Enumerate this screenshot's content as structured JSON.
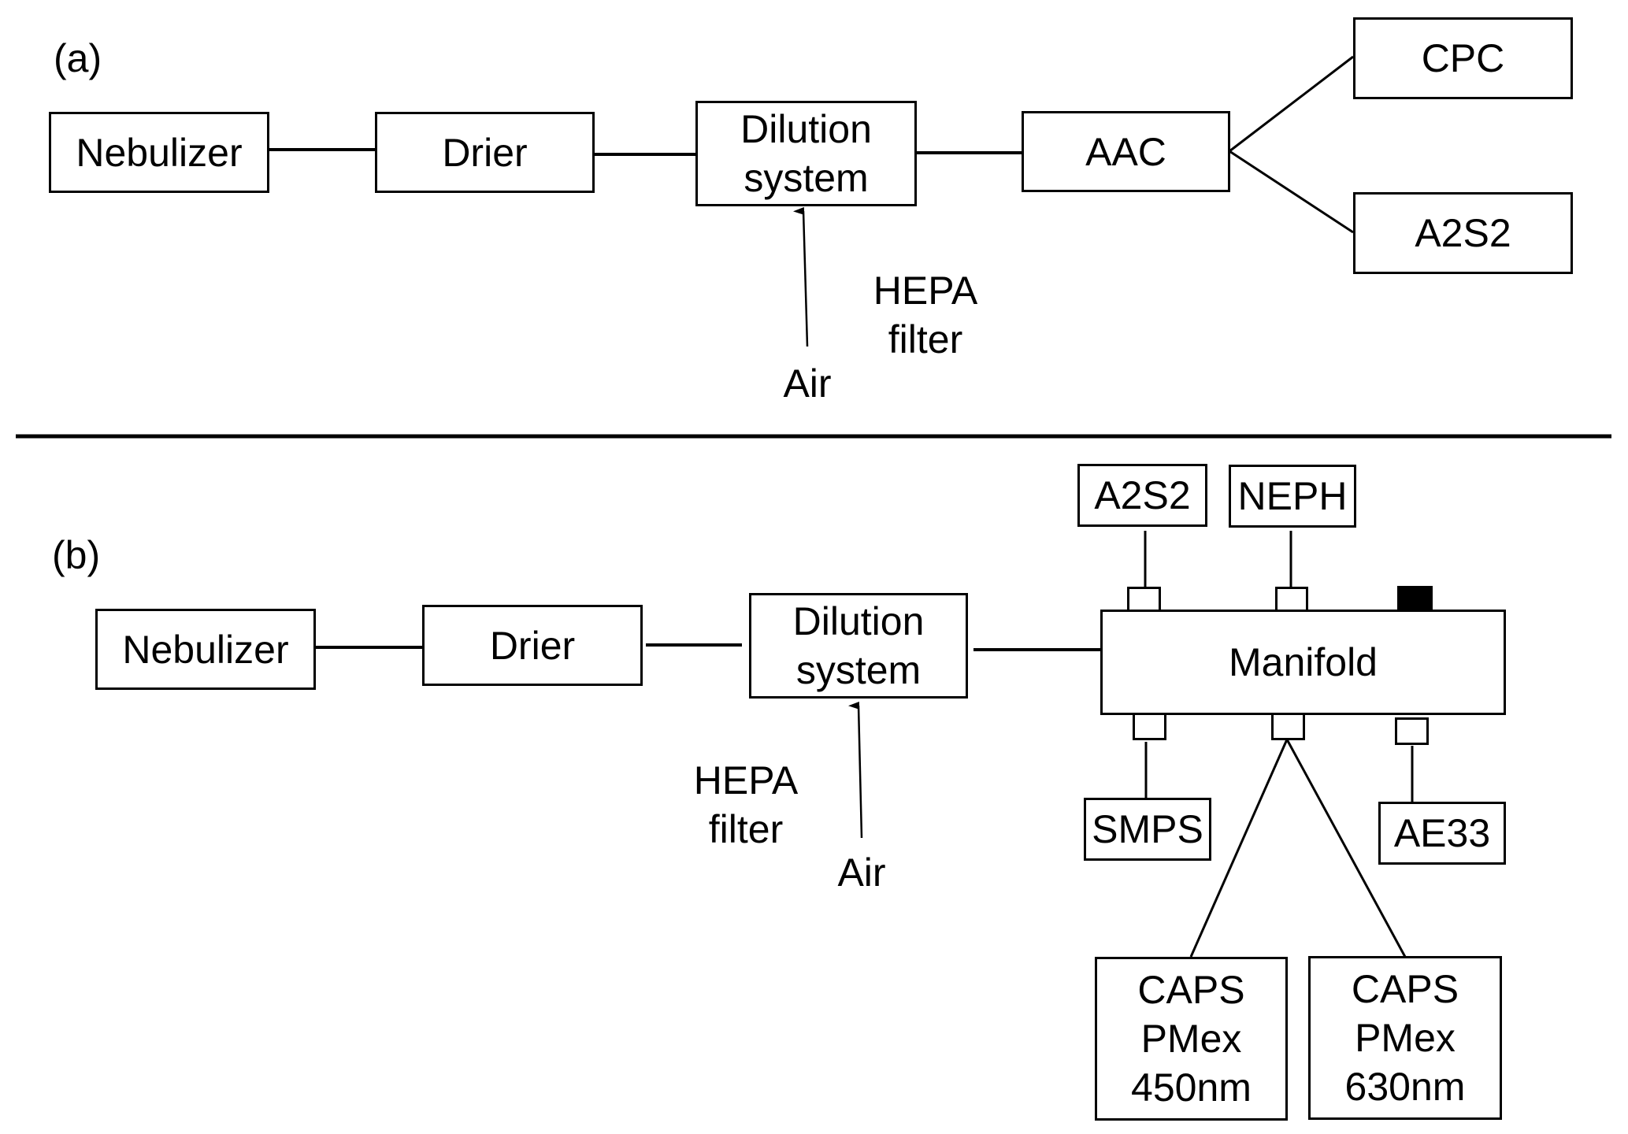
{
  "panels": {
    "a": {
      "label": "(a)",
      "nodes": {
        "nebulizer": "Nebulizer",
        "drier": "Drier",
        "dilution": "Dilution\nsystem",
        "aac": "AAC",
        "cpc": "CPC",
        "a2s2": "A2S2"
      },
      "hepa_label": "HEPA\nfilter",
      "air_label": "Air"
    },
    "b": {
      "label": "(b)",
      "nodes": {
        "nebulizer": "Nebulizer",
        "drier": "Drier",
        "dilution": "Dilution\nsystem",
        "manifold": "Manifold",
        "a2s2": "A2S2",
        "neph": "NEPH",
        "smps": "SMPS",
        "ae33": "AE33",
        "caps450": "CAPS\nPMex\n450nm",
        "caps630": "CAPS\nPMex\n630nm"
      },
      "hepa_label": "HEPA\nfilter",
      "air_label": "Air"
    }
  },
  "connections": {
    "a": [
      [
        "nebulizer",
        "drier"
      ],
      [
        "drier",
        "dilution"
      ],
      [
        "dilution",
        "aac"
      ],
      [
        "aac",
        "cpc"
      ],
      [
        "aac",
        "a2s2"
      ],
      [
        "air",
        "dilution"
      ]
    ],
    "b": [
      [
        "nebulizer",
        "drier"
      ],
      [
        "drier",
        "dilution"
      ],
      [
        "dilution",
        "manifold"
      ],
      [
        "manifold",
        "a2s2"
      ],
      [
        "manifold",
        "neph"
      ],
      [
        "manifold",
        "smps"
      ],
      [
        "manifold",
        "ae33"
      ],
      [
        "manifold",
        "caps450"
      ],
      [
        "manifold",
        "caps630"
      ],
      [
        "air",
        "dilution"
      ]
    ]
  }
}
